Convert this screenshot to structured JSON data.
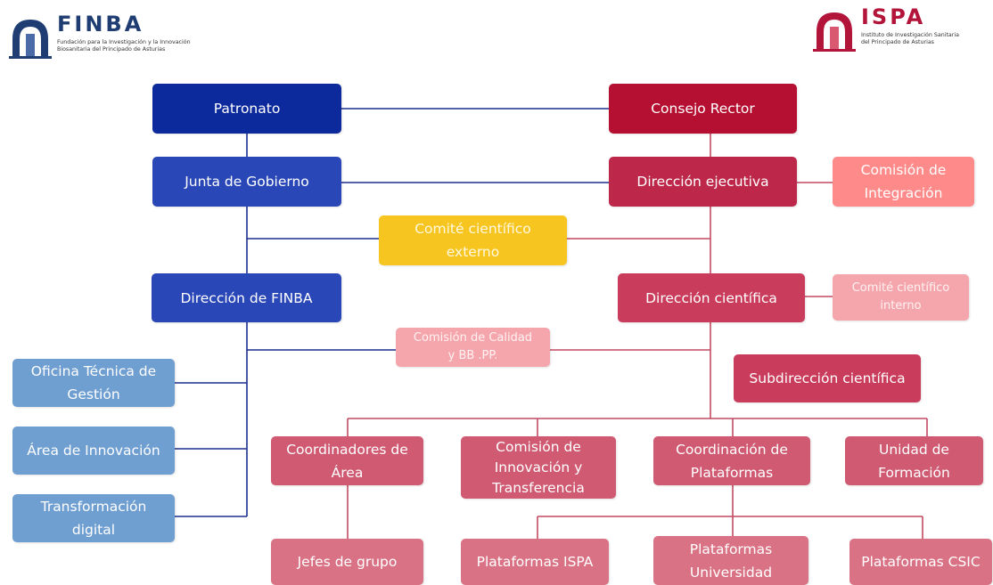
{
  "logos": {
    "finba": {
      "name": "FINBA",
      "subtitle": "Fundación para la Investigación y la Innovación\nBiosanitaria del Principado de Asturias",
      "color": "#1f3d73"
    },
    "ispa": {
      "name": "ISPA",
      "subtitle": "Instituto de Investigación Sanitaria\ndel Principado de Asturias",
      "color": "#b2143a"
    }
  },
  "nodes": {
    "patronato": "Patronato",
    "junta_gobierno": "Junta de Gobierno",
    "comite_cientifico_externo": "Comité científico\nexterno",
    "direccion_finba": "Dirección de FINBA",
    "oficina_tecnica": "Oficina Técnica de\nGestión",
    "area_innovacion": "Área de Innovación",
    "transformacion_digital": "Transformación\ndigital",
    "consejo_rector": "Consejo Rector",
    "direccion_ejecutiva": "Dirección ejecutiva",
    "comision_integracion": "Comisión de\nIntegración",
    "direccion_cientifica": "Dirección científica",
    "comite_cientifico_interno": "Comité científico\ninterno",
    "comision_calidad": "Comisión de Calidad\ny BB .PP.",
    "subdireccion_cientifica": "Subdirección científica",
    "coordinadores_area": "Coordinadores de\nÁrea",
    "comision_innovacion": "Comisión de\nInnovación y\nTransferencia",
    "coordinacion_plataformas": "Coordinación de\nPlataformas",
    "unidad_formacion": "Unidad de\nFormación",
    "jefes_grupo": "Jefes de grupo",
    "plataformas_ispa": "Plataformas ISPA",
    "plataformas_universidad": "Plataformas\nUniversidad",
    "plataformas_csic": "Plataformas CSIC"
  },
  "colors": {
    "finba_line": "#1c2f8f",
    "ispa_line": "#c44a62",
    "yellow_box": "#f7c520"
  }
}
